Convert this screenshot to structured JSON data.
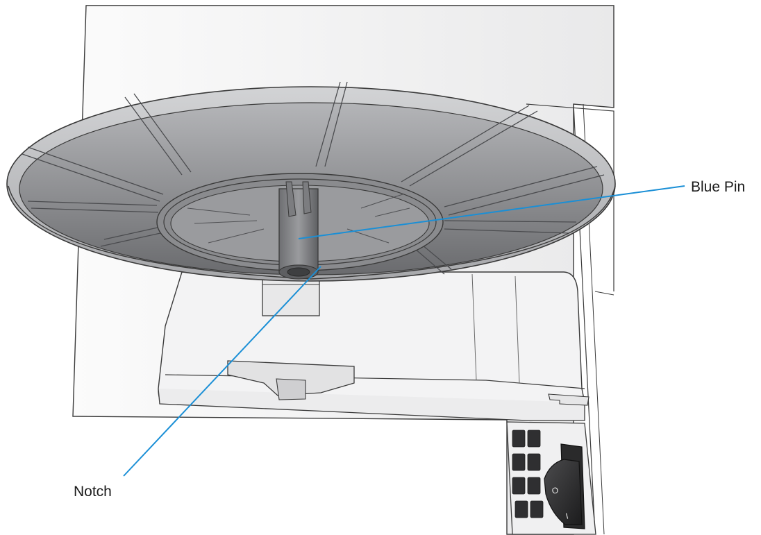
{
  "labels": {
    "blue_pin": "Blue Pin",
    "notch": "Notch"
  },
  "switch_marks": {
    "off": "O",
    "on": "I"
  },
  "colors": {
    "callout_line": "#1a8fd6",
    "tray_dark": "#6f7073",
    "tray_light": "#a6a7aa",
    "body_light": "#f4f4f5",
    "outline": "#3a3a3a"
  }
}
